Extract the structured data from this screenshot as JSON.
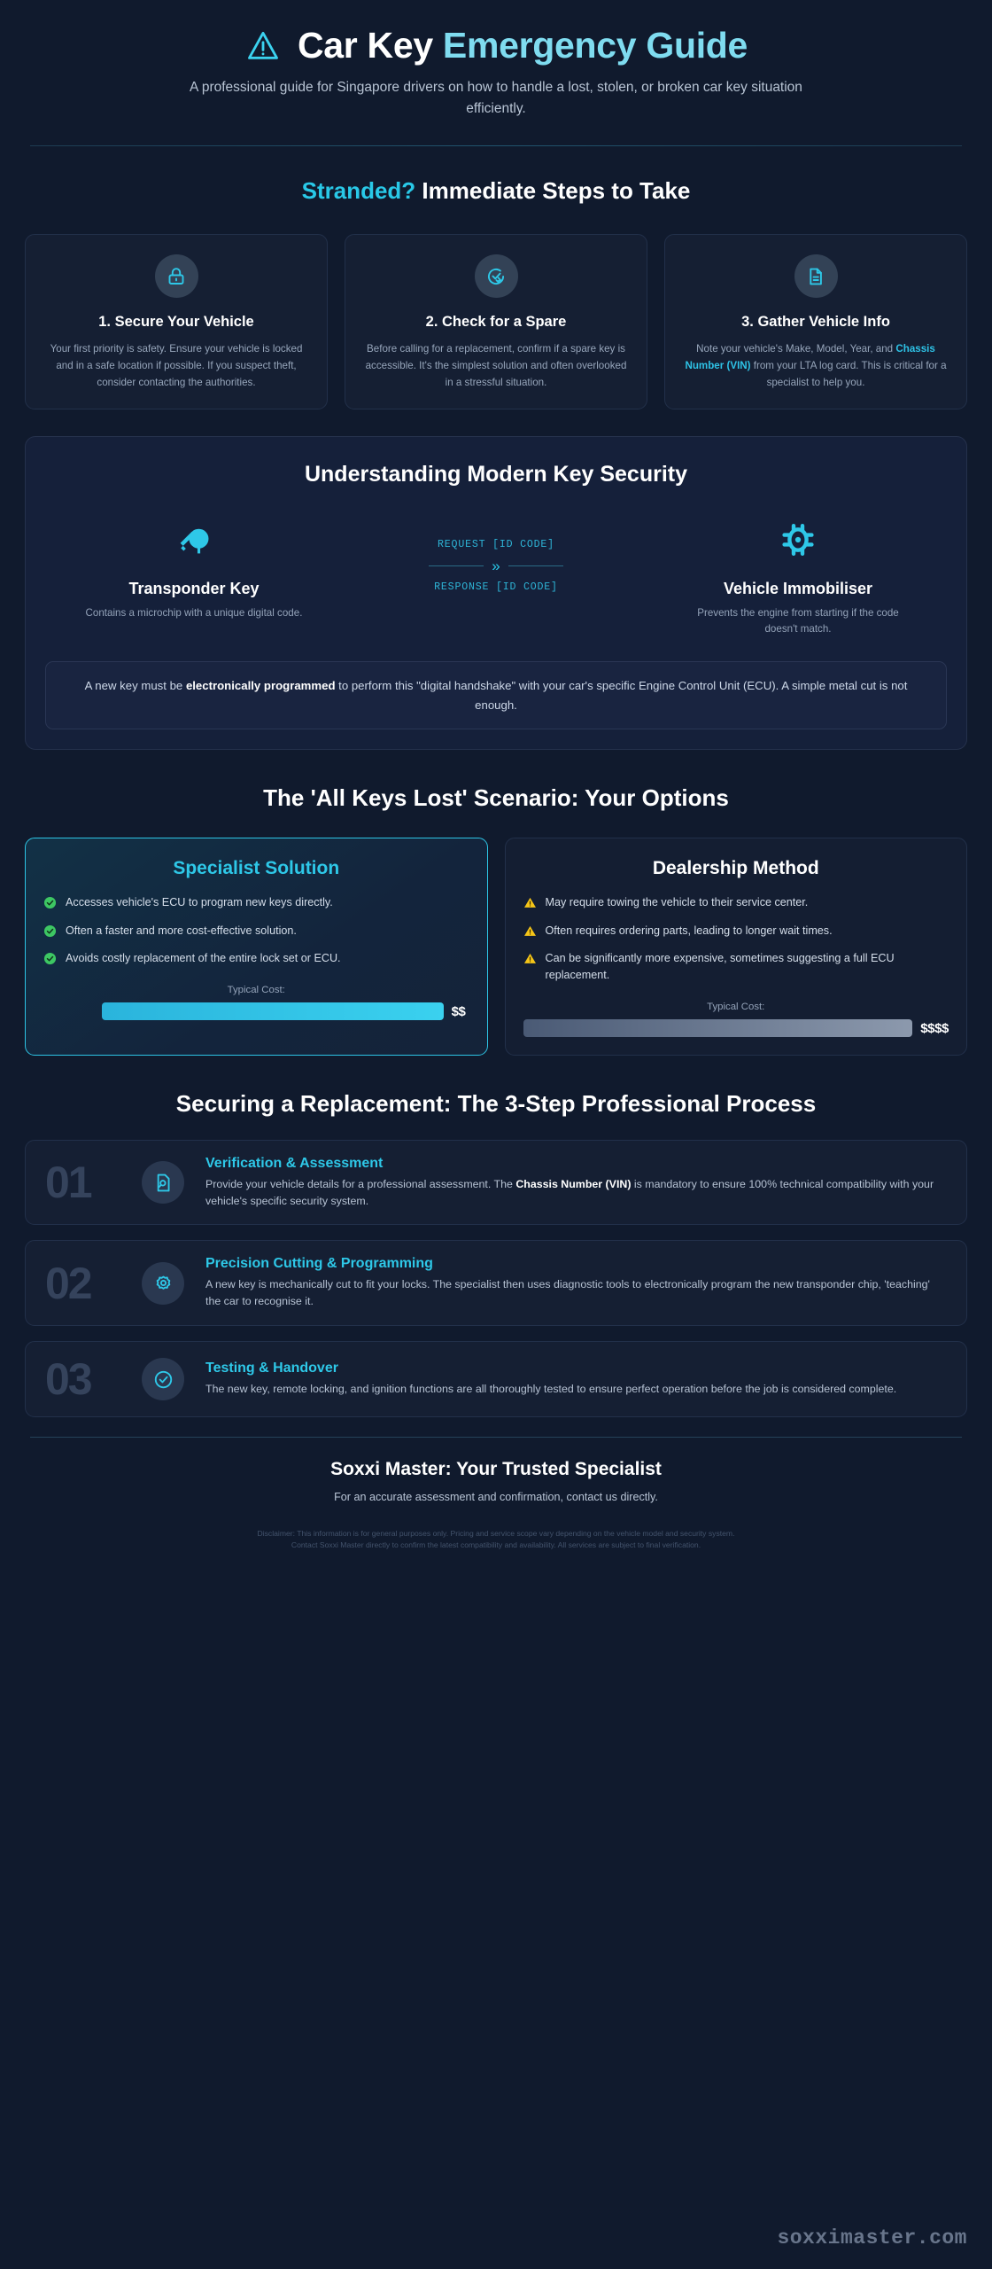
{
  "header": {
    "icon": "warning-triangle-icon",
    "title_white": "Car Key ",
    "title_accent": "Emergency Guide",
    "subtitle": "A professional guide for Singapore drivers on how to handle a lost, stolen, or broken car key situation efficiently."
  },
  "immediate": {
    "title_accent": "Stranded?",
    "title_rest": " Immediate Steps to Take",
    "cards": [
      {
        "icon": "lock-icon",
        "title": "1. Secure Your Vehicle",
        "text": "Your first priority is safety. Ensure your vehicle is locked and in a safe location if possible. If you suspect theft, consider contacting the authorities."
      },
      {
        "icon": "key-check-circle-icon",
        "title": "2. Check for a Spare",
        "text": "Before calling for a replacement, confirm if a spare key is accessible. It's the simplest solution and often overlooked in a stressful situation."
      },
      {
        "icon": "document-icon",
        "title": "3. Gather Vehicle Info",
        "text_before": "Note your vehicle's Make, Model, Year, and ",
        "text_bold": "Chassis Number (VIN)",
        "text_after": " from your LTA log card. This is critical for a specialist to help you."
      }
    ]
  },
  "security": {
    "title": "Understanding Modern Key Security",
    "left": {
      "icon": "transponder-key-icon",
      "title": "Transponder Key",
      "text": "Contains a microchip with a unique digital code."
    },
    "middle": {
      "request_label": "REQUEST [ID CODE]",
      "response_label": "RESPONSE [ID CODE]",
      "arrow": "»"
    },
    "right": {
      "icon": "immobiliser-chip-icon",
      "title": "Vehicle Immobiliser",
      "text": "Prevents the engine from starting if the code doesn't match."
    },
    "callout_before": "A new key must be ",
    "callout_bold": "electronically programmed",
    "callout_after": " to perform this \"digital handshake\" with your car's specific Engine Control Unit (ECU). A simple metal cut is not enough."
  },
  "options": {
    "title": "The 'All Keys Lost' Scenario: Your Options",
    "specialist": {
      "title": "Specialist Solution",
      "bullet_icon": "check-circle-icon",
      "bullets": [
        "Accesses vehicle's ECU to program new keys directly.",
        "Often a faster and more cost-effective solution.",
        "Avoids costly replacement of the entire lock set or ECU."
      ],
      "cost_label": "Typical Cost:",
      "cost_value": "$$",
      "bar_color": "#2ab4dc"
    },
    "dealership": {
      "title": "Dealership Method",
      "bullet_icon": "warning-triangle-icon",
      "bullets": [
        "May require towing the vehicle to their service center.",
        "Often requires ordering parts, leading to longer wait times.",
        "Can be significantly more expensive, sometimes suggesting a full ECU replacement."
      ],
      "cost_label": "Typical Cost:",
      "cost_value": "$$$$",
      "bar_color": "#8c99ad"
    }
  },
  "process": {
    "title": "Securing a Replacement: The 3-Step Professional Process",
    "steps": [
      {
        "number": "01",
        "icon": "document-search-icon",
        "title": "Verification & Assessment",
        "text_before": "Provide your vehicle details for a professional assessment. The ",
        "text_bold": "Chassis Number (VIN)",
        "text_after": " is mandatory to ensure 100% technical compatibility with your vehicle's specific security system."
      },
      {
        "number": "02",
        "icon": "gear-icon",
        "title": "Precision Cutting & Programming",
        "text_before": "A new key is mechanically cut to fit your locks. The specialist then uses diagnostic tools to electronically program the new transponder chip, 'teaching' the car to recognise it.",
        "text_bold": "",
        "text_after": ""
      },
      {
        "number": "03",
        "icon": "check-circle-outline-icon",
        "title": "Testing & Handover",
        "text_before": "The new key, remote locking, and ignition functions are all thoroughly tested to ensure perfect operation before the job is considered complete.",
        "text_bold": "",
        "text_after": ""
      }
    ]
  },
  "footer": {
    "heading": "Soxxi Master: Your Trusted Specialist",
    "subtext": "For an accurate assessment and confirmation, contact us directly.",
    "disclaimer_line1": "Disclaimer: This information is for general purposes only. Pricing and service scope vary depending on the vehicle model and security system.",
    "disclaimer_line2": "Contact Soxxi Master directly to confirm the latest compatibility and availability. All services are subject to final verification.",
    "watermark": "soxximaster.com"
  },
  "colors": {
    "accent": "#2ec8e8",
    "accent_light": "#7fdcf0",
    "bg": "#101a2d",
    "card_bg": "#151f33",
    "success": "#3dc763",
    "warning": "#f5c518"
  }
}
